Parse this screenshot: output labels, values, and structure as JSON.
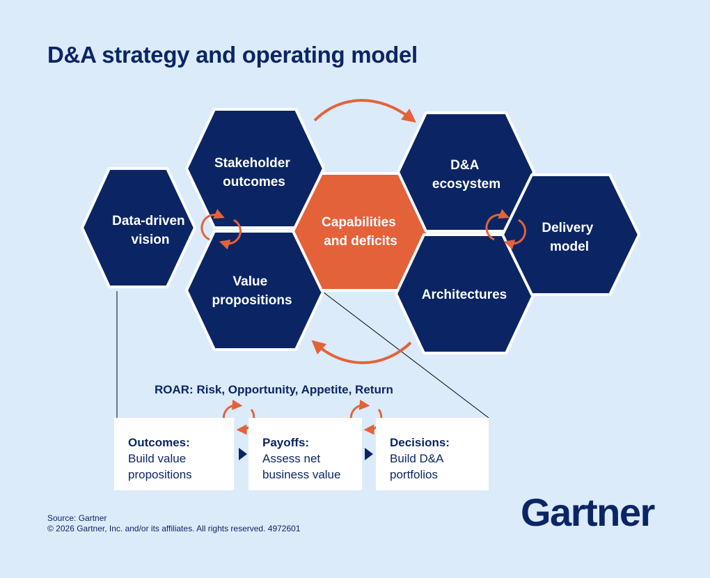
{
  "title": "D&A strategy and operating model",
  "hexagons": {
    "data_driven_vision": [
      "Data-driven",
      "vision"
    ],
    "stakeholder_outcomes": [
      "Stakeholder",
      "outcomes"
    ],
    "value_propositions": [
      "Value",
      "propositions"
    ],
    "capabilities_and_deficits": [
      "Capabilities",
      "and deficits"
    ],
    "da_ecosystem": [
      "D&A",
      "ecosystem"
    ],
    "architectures": [
      "Architectures"
    ],
    "delivery_model": [
      "Delivery",
      "model"
    ]
  },
  "roar": "ROAR: Risk, Opportunity, Appetite, Return",
  "steps": [
    {
      "title": "Outcomes:",
      "body": "Build value\npropositions"
    },
    {
      "title": "Payoffs:",
      "body": "Assess net\nbusiness value"
    },
    {
      "title": "Decisions:",
      "body": "Build D&A\nportfolios"
    }
  ],
  "source_line": "Source: Gartner",
  "copyright_line": "© 2026 Gartner, Inc. and/or its affiliates. All rights reserved. 4972601",
  "logo_text": "Gartner",
  "colors": {
    "background": "#dcebfa",
    "navy": "#0b2564",
    "orange": "#e4623a",
    "white": "#ffffff"
  },
  "icons": [
    "cycle-arrows-icon",
    "curved-arrow-icon",
    "triangle-arrow-icon"
  ]
}
